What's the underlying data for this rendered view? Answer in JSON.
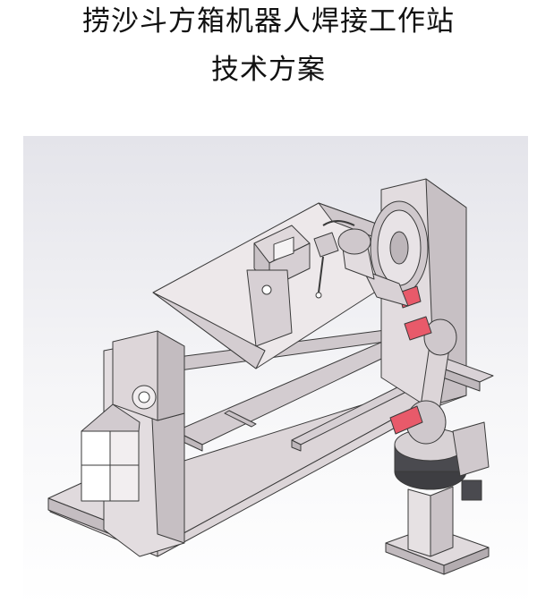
{
  "document": {
    "title_line1": "捞沙斗方箱机器人焊接工作站",
    "title_line2": "技术方案"
  },
  "figure": {
    "image_icon": "robot-welding-workstation-drawing",
    "colors": {
      "frame": "#d9d3d6",
      "outline": "#3a3a3a",
      "accent_red": "#e85a6a",
      "background_top": "#e9e9ee",
      "background_bottom": "#ffffff"
    }
  }
}
